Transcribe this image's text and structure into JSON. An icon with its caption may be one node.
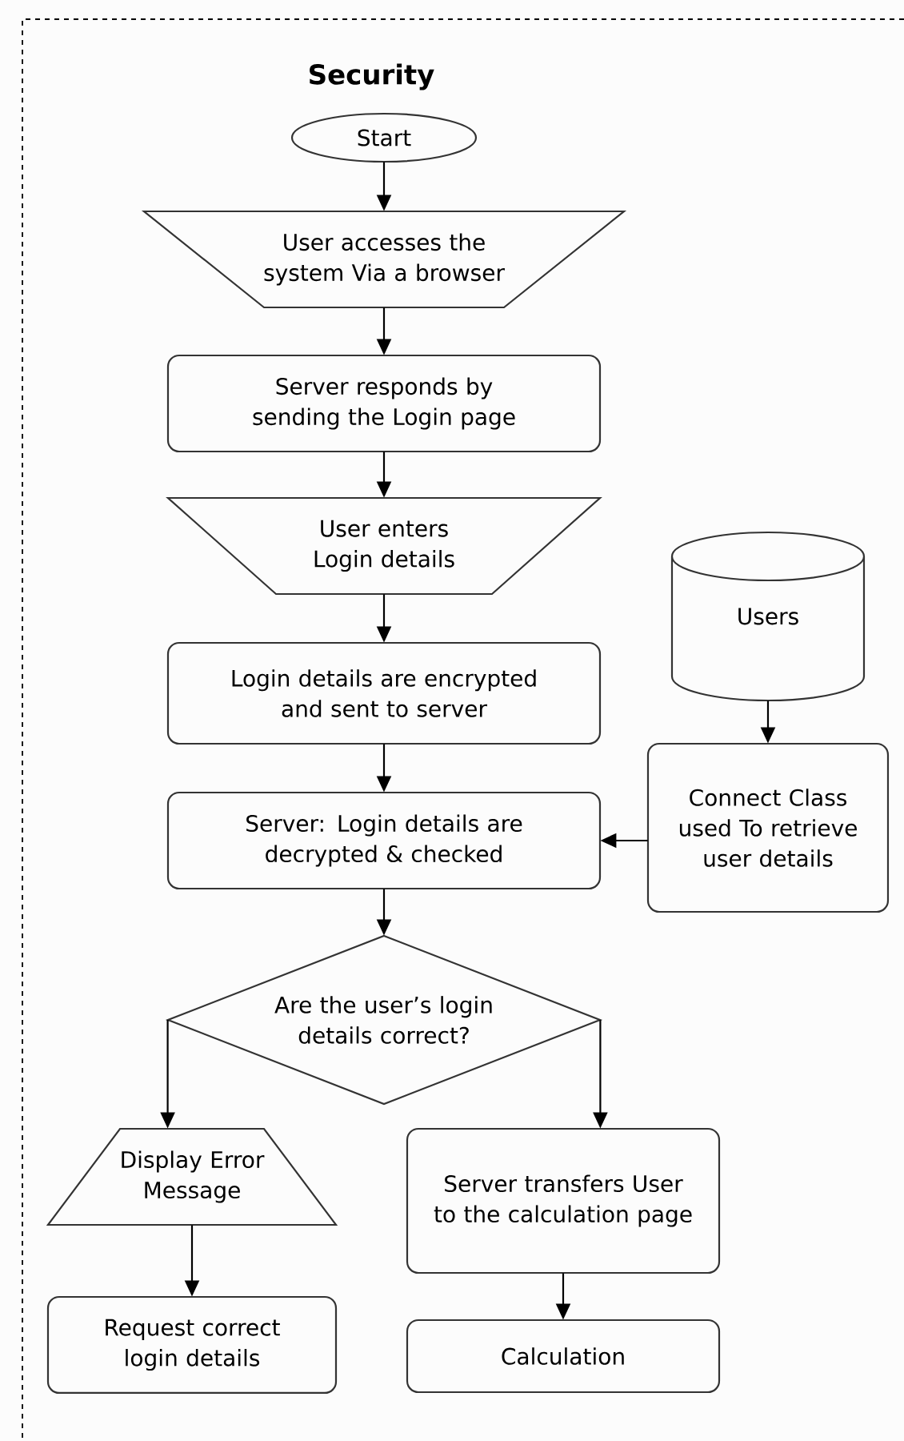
{
  "diagram": {
    "title": "Security",
    "nodes": [
      {
        "text": [
          "Start"
        ]
      },
      {
        "text": [
          "User accesses the system Via a browser"
        ]
      },
      {
        "text": [
          "Server responds by sending the Login page"
        ]
      },
      {
        "text": [
          "User enters Login details"
        ]
      },
      {
        "text": [
          "Login details are encrypted and sent to server"
        ]
      },
      {
        "text": [
          "Server: Login details are decrypted & checked"
        ]
      },
      {
        "text": [
          "Are the user’s login details correct?"
        ]
      },
      {
        "text": [
          "Users"
        ]
      },
      {
        "text": [
          "Connect Class used To retrieve user details"
        ]
      },
      {
        "text": [
          "Display Error Message"
        ]
      },
      {
        "text": [
          "Server transfers User to the calculation page"
        ]
      },
      {
        "text": [
          "Request correct login details"
        ]
      },
      {
        "text": [
          "Calculation"
        ]
      }
    ],
    "edges": [
      {
        "from": 0,
        "to": 1,
        "arrow": "to"
      },
      {
        "from": 1,
        "to": 2,
        "arrow": "to"
      },
      {
        "from": 2,
        "to": 3,
        "arrow": "to"
      },
      {
        "from": 3,
        "to": 4,
        "arrow": "to"
      },
      {
        "from": 4,
        "to": 5,
        "arrow": "to"
      },
      {
        "from": 7,
        "to": 8,
        "arrow": "to"
      },
      {
        "from": 8,
        "to": 5,
        "arrow": "to"
      },
      {
        "from": 5,
        "to": 6,
        "arrow": "to"
      },
      {
        "from": 6,
        "to": 9,
        "arrow": "to"
      },
      {
        "from": 6,
        "to": 10,
        "arrow": "to"
      },
      {
        "from": 9,
        "to": 11,
        "arrow": "to"
      },
      {
        "from": 10,
        "to": 12,
        "arrow": "to"
      }
    ]
  }
}
